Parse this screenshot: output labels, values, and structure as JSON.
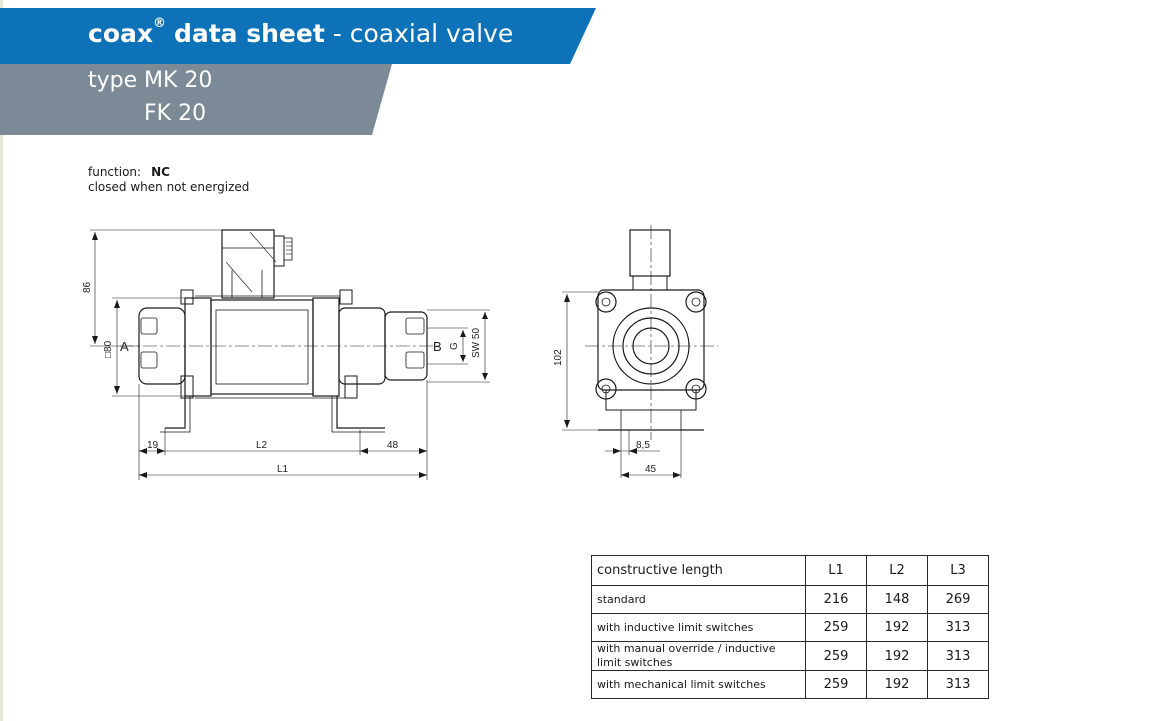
{
  "header": {
    "brand": "coax",
    "reg": "®",
    "doc_type": "data sheet",
    "separator": " - ",
    "subtitle": "coaxial valve",
    "type_label": "type",
    "models": [
      "MK 20",
      "FK 20"
    ]
  },
  "function": {
    "label": "function:",
    "code": "NC",
    "description": "closed when not energized"
  },
  "drawing": {
    "side_view": {
      "dims": {
        "height_total": "86",
        "square": "□80",
        "port_a": "A",
        "port_b": "B",
        "thread": "G",
        "wrench": "SW 50",
        "left_offset": "19",
        "right_offset": "48",
        "l2": "L2",
        "l1": "L1"
      }
    },
    "front_view": {
      "dims": {
        "height": "102",
        "foot_width": "8,5",
        "hole_spacing": "45"
      }
    }
  },
  "table": {
    "header": [
      "constructive length",
      "L1",
      "L2",
      "L3"
    ],
    "rows": [
      {
        "name": "standard",
        "l1": "216",
        "l2": "148",
        "l3": "269"
      },
      {
        "name": "with inductive limit switches",
        "l1": "259",
        "l2": "192",
        "l3": "313"
      },
      {
        "name": "with manual override / inductive limit switches",
        "l1": "259",
        "l2": "192",
        "l3": "313"
      },
      {
        "name": "with mechanical limit switches",
        "l1": "259",
        "l2": "192",
        "l3": "313"
      }
    ]
  },
  "colors": {
    "blue_band": "#0e72b9",
    "grey_band": "#7b8a96"
  }
}
